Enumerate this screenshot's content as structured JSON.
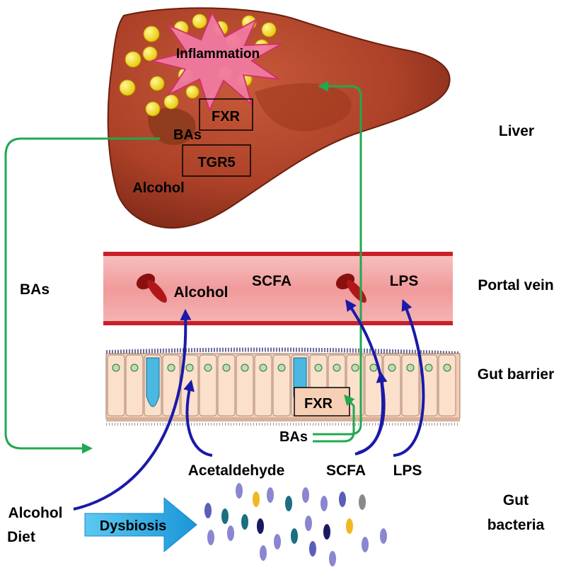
{
  "labels": {
    "liver": "Liver",
    "portal_vein": "Portal vein",
    "gut_barrier": "Gut barrier",
    "gut_bacteria_line1": "Gut",
    "gut_bacteria_line2": "bacteria",
    "inflammation": "Inflammation",
    "fxr_liver": "FXR",
    "bas_liver": "BAs",
    "tgr5": "TGR5",
    "alcohol_liver": "Alcohol",
    "bas_side": "BAs",
    "alcohol_vein": "Alcohol",
    "scfa_vein": "SCFA",
    "lps_vein": "LPS",
    "fxr_gut": "FXR",
    "bas_gut": "BAs",
    "acetaldehyde": "Acetaldehyde",
    "scfa_gut": "SCFA",
    "lps_gut": "LPS",
    "alcohol_diet_line1": "Alcohol",
    "alcohol_diet_line2": "Diet",
    "dysbiosis": "Dysbiosis"
  },
  "colors": {
    "green_arrow": "#22a84f",
    "blue_arrow": "#1a1aa8",
    "liver": "#b0452a",
    "fat": "#f5dc1a",
    "inflammation": "#f05a8c",
    "vein": "#f0a0a0",
    "vein_border": "#c8202a",
    "dysbiosis": "#29a8e0"
  }
}
